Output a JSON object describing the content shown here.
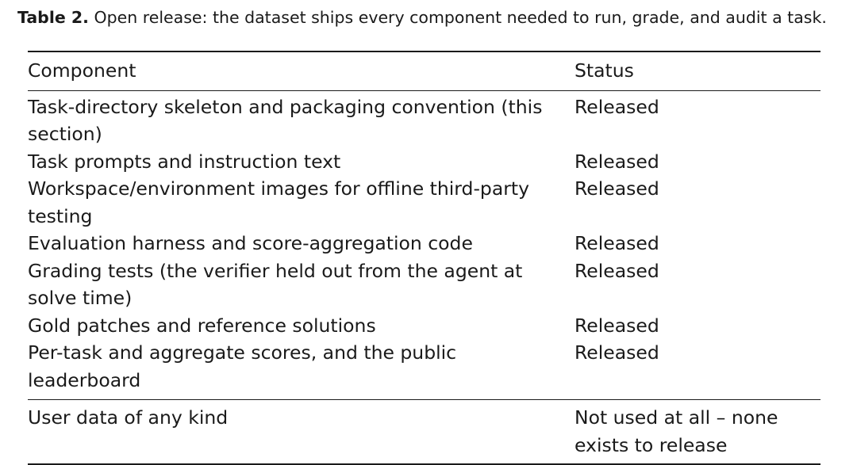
{
  "caption": {
    "label": "Table 2.",
    "text": "Open release: the dataset ships every component needed to run, grade, and audit a task."
  },
  "table": {
    "headers": [
      "Component",
      "Status"
    ],
    "rows": [
      {
        "component": "Task-directory skeleton and packaging convention (this section)",
        "status": "Released"
      },
      {
        "component": "Task prompts and instruction text",
        "status": "Released"
      },
      {
        "component": "Workspace/environment images for offline third-party testing",
        "status": "Released"
      },
      {
        "component": "Evaluation harness and score-aggregation code",
        "status": "Released"
      },
      {
        "component": "Grading tests (the verifier held out from the agent at solve time)",
        "status": "Released"
      },
      {
        "component": "Gold patches and reference solutions",
        "status": "Released"
      },
      {
        "component": "Per-task and aggregate scores, and the public leaderboard",
        "status": "Released"
      }
    ],
    "footer_row": {
      "component": "User data of any kind",
      "status": "Not used at all – none exists to release"
    }
  }
}
